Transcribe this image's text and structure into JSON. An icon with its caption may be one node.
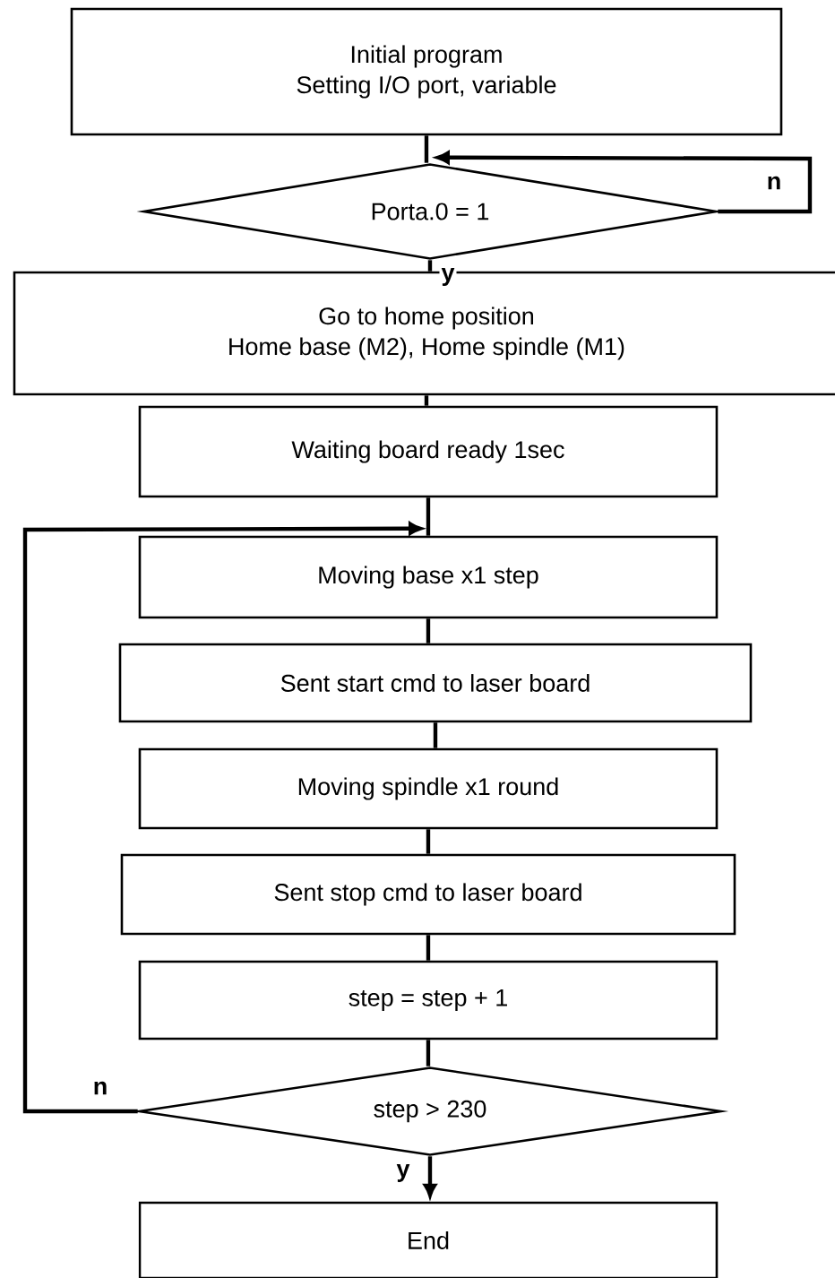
{
  "diagram": {
    "nodes": [
      {
        "text": [
          "Initial program",
          "Setting I/O port, variable"
        ]
      },
      {
        "text": [
          "Porta.0 = 1"
        ]
      },
      {
        "text": [
          "Go to home position",
          "Home base (M2), Home spindle (M1)"
        ]
      },
      {
        "text": [
          "Waiting board ready 1sec"
        ]
      },
      {
        "text": [
          "Moving base x1 step"
        ]
      },
      {
        "text": [
          "Sent start cmd to laser board"
        ]
      },
      {
        "text": [
          "Moving spindle x1 round"
        ]
      },
      {
        "text": [
          "Sent stop cmd to laser board"
        ]
      },
      {
        "text": [
          "step = step + 1"
        ]
      },
      {
        "text": [
          "step > 230"
        ]
      },
      {
        "text": [
          "End"
        ]
      }
    ],
    "edges": [
      {
        "from": 0,
        "to": 1,
        "arrow": "none"
      },
      {
        "from": 1,
        "to": 1,
        "arrow": "to",
        "label": "n"
      },
      {
        "from": 1,
        "to": 2,
        "arrow": "none",
        "label": "y"
      },
      {
        "from": 2,
        "to": 3,
        "arrow": "none"
      },
      {
        "from": 3,
        "to": 4,
        "arrow": "none"
      },
      {
        "from": 4,
        "to": 5,
        "arrow": "none"
      },
      {
        "from": 5,
        "to": 6,
        "arrow": "none"
      },
      {
        "from": 6,
        "to": 7,
        "arrow": "none"
      },
      {
        "from": 7,
        "to": 8,
        "arrow": "none"
      },
      {
        "from": 8,
        "to": 9,
        "arrow": "none"
      },
      {
        "from": 9,
        "to": 4,
        "arrow": "to",
        "label": "n"
      },
      {
        "from": 9,
        "to": 10,
        "arrow": "to",
        "label": "y"
      }
    ]
  }
}
